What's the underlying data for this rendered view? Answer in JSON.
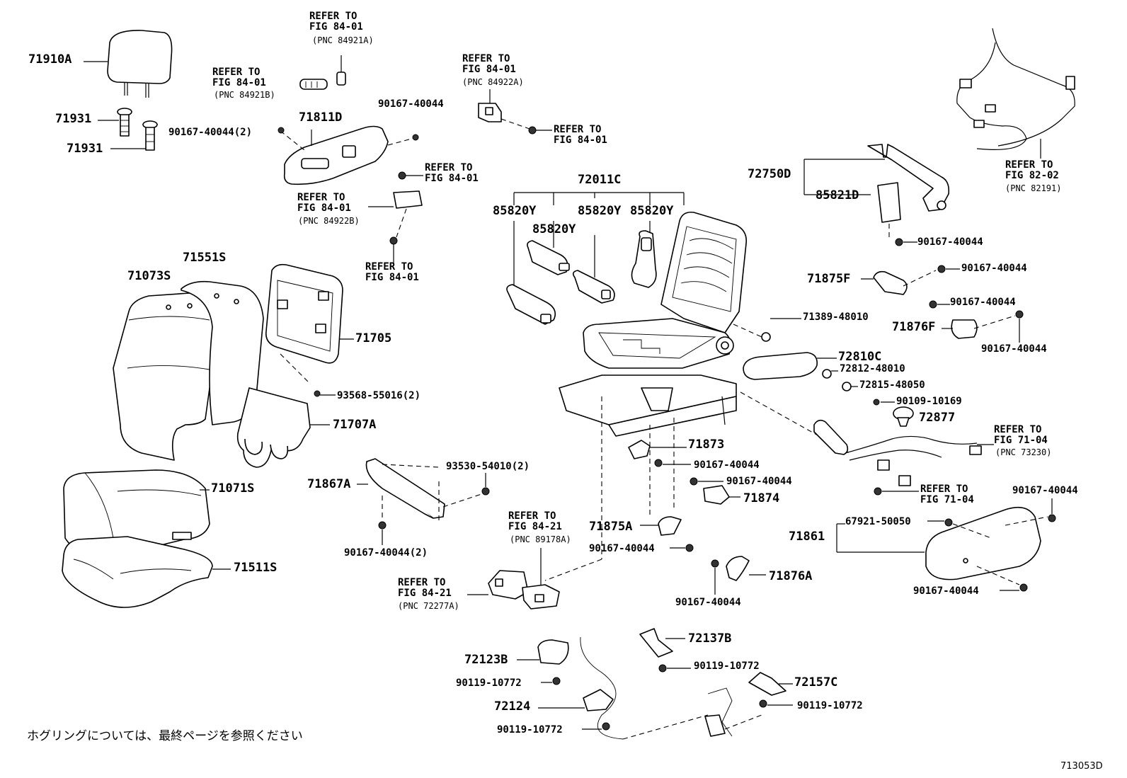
{
  "labels": {
    "p71910A": "71910A",
    "p71931a": "71931",
    "p71931b": "71931",
    "ref1": "REFER TO\nFIG 84-01",
    "ref1pnc": "(PNC 84921A)",
    "ref2": "REFER TO\nFIG 84-01",
    "ref2pnc": "(PNC 84921B)",
    "p90167_a": "90167-40044",
    "p71811D": "71811D",
    "p90167_2a": "90167-40044(2)",
    "ref3": "REFER TO\nFIG 84-01",
    "ref3pnc": "(PNC 84922A)",
    "ref4": "REFER TO\nFIG 84-01",
    "ref5": "REFER TO\nFIG 84-01",
    "ref6": "REFER TO\nFIG 84-01",
    "ref6pnc": "(PNC 84922B)",
    "ref7": "REFER TO\nFIG 84-01",
    "p72011C": "72011C",
    "p85820Y_1": "85820Y",
    "p85820Y_2": "85820Y",
    "p85820Y_3": "85820Y",
    "p85820Y_4": "85820Y",
    "p71551S": "71551S",
    "p71073S": "71073S",
    "p71705": "71705",
    "p93568": "93568-55016(2)",
    "p71707A": "71707A",
    "p71071S": "71071S",
    "p71511S": "71511S",
    "p72750D": "72750D",
    "p85821D": "85821D",
    "ref8": "REFER TO\nFIG 82-02",
    "ref8pnc": "(PNC 82191)",
    "p90167_b": "90167-40044",
    "p90167_c": "90167-40044",
    "p71875F": "71875F",
    "p90167_d": "90167-40044",
    "p71876F": "71876F",
    "p90167_e": "90167-40044",
    "p71389": "71389-48010",
    "p72810C": "72810C",
    "p72812": "72812-48010",
    "p72815": "72815-48050",
    "p90109": "90109-10169",
    "p72877": "72877",
    "ref9": "REFER TO\nFIG 71-04",
    "ref9pnc": "(PNC 73230)",
    "ref10": "REFER TO\nFIG 71-04",
    "p71873": "71873",
    "p90167_f": "90167-40044",
    "p90167_g": "90167-40044",
    "p71874": "71874",
    "p93530": "93530-54010(2)",
    "p71867A": "71867A",
    "p90167_2b": "90167-40044(2)",
    "ref11": "REFER TO\nFIG 84-21",
    "ref11pnc": "(PNC 89178A)",
    "p71875A": "71875A",
    "p90167_h": "90167-40044",
    "ref12": "REFER TO\nFIG 84-21",
    "ref12pnc": "(PNC 72277A)",
    "p90167_i": "90167-40044",
    "p71876A": "71876A",
    "p90167_j": "90167-40044",
    "p67921": "67921-50050",
    "p71861": "71861",
    "p90167_k": "90167-40044",
    "p72137B": "72137B",
    "p72123B": "72123B",
    "p90119_a": "90119-10772",
    "p90119_b": "90119-10772",
    "p72157C": "72157C",
    "p72124": "72124",
    "p90119_c": "90119-10772",
    "p90119_d": "90119-10772",
    "note_jp": "ホグリングについては、最終ページを参照ください",
    "fig_code": "713053D"
  },
  "colors": {
    "ink": "#000000",
    "paper": "#ffffff"
  }
}
